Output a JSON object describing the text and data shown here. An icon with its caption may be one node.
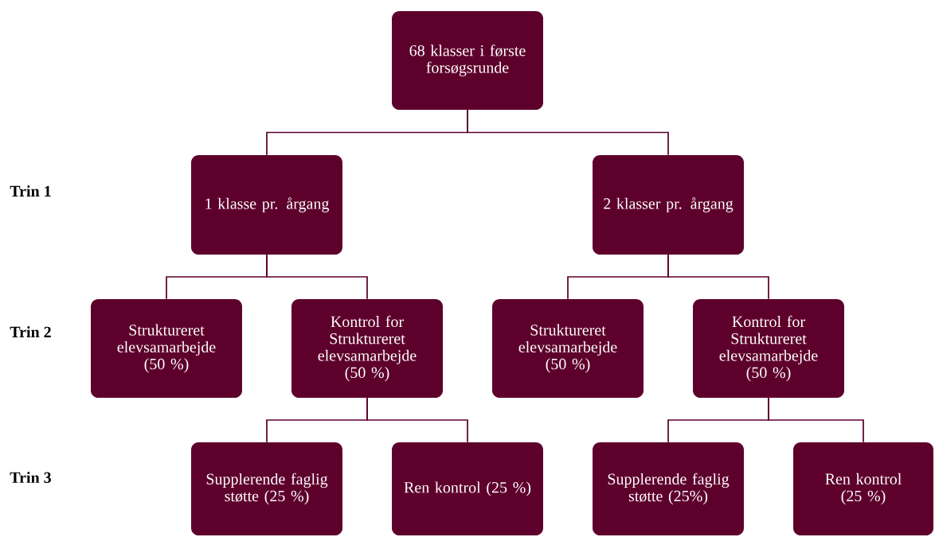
{
  "diagram": {
    "nodes": [
      {
        "text": [
          "68 klasser i første forsøgsrunde"
        ]
      },
      {
        "text": [
          "1 klasse pr. årgang"
        ]
      },
      {
        "text": [
          "2 klasser pr. årgang"
        ]
      },
      {
        "text": [
          "Struktureret elevsamarbejde (50 %)"
        ]
      },
      {
        "text": [
          "Kontrol for Struktureret elevsamarbejde (50 %)"
        ]
      },
      {
        "text": [
          "Struktureret elevsamarbejde (50 %)"
        ]
      },
      {
        "text": [
          "Kontrol for Struktureret elevsamarbejde (50 %)"
        ]
      },
      {
        "text": [
          "Supplerende faglig støtte (25 %)"
        ]
      },
      {
        "text": [
          "Ren kontrol (25 %)"
        ]
      },
      {
        "text": [
          "Supplerende faglig støtte (25%)"
        ]
      },
      {
        "text": [
          "Ren kontrol (25 %)"
        ]
      }
    ],
    "edges": [
      {
        "from": 0,
        "to": 1,
        "arrow": "none"
      },
      {
        "from": 0,
        "to": 2,
        "arrow": "none"
      },
      {
        "from": 1,
        "to": 3,
        "arrow": "none"
      },
      {
        "from": 1,
        "to": 4,
        "arrow": "none"
      },
      {
        "from": 2,
        "to": 5,
        "arrow": "none"
      },
      {
        "from": 2,
        "to": 6,
        "arrow": "none"
      },
      {
        "from": 4,
        "to": 7,
        "arrow": "none"
      },
      {
        "from": 4,
        "to": 8,
        "arrow": "none"
      },
      {
        "from": 6,
        "to": 9,
        "arrow": "none"
      },
      {
        "from": 6,
        "to": 10,
        "arrow": "none"
      }
    ],
    "labels": [
      "Trin 1",
      "Trin 2",
      "Trin 3"
    ]
  }
}
